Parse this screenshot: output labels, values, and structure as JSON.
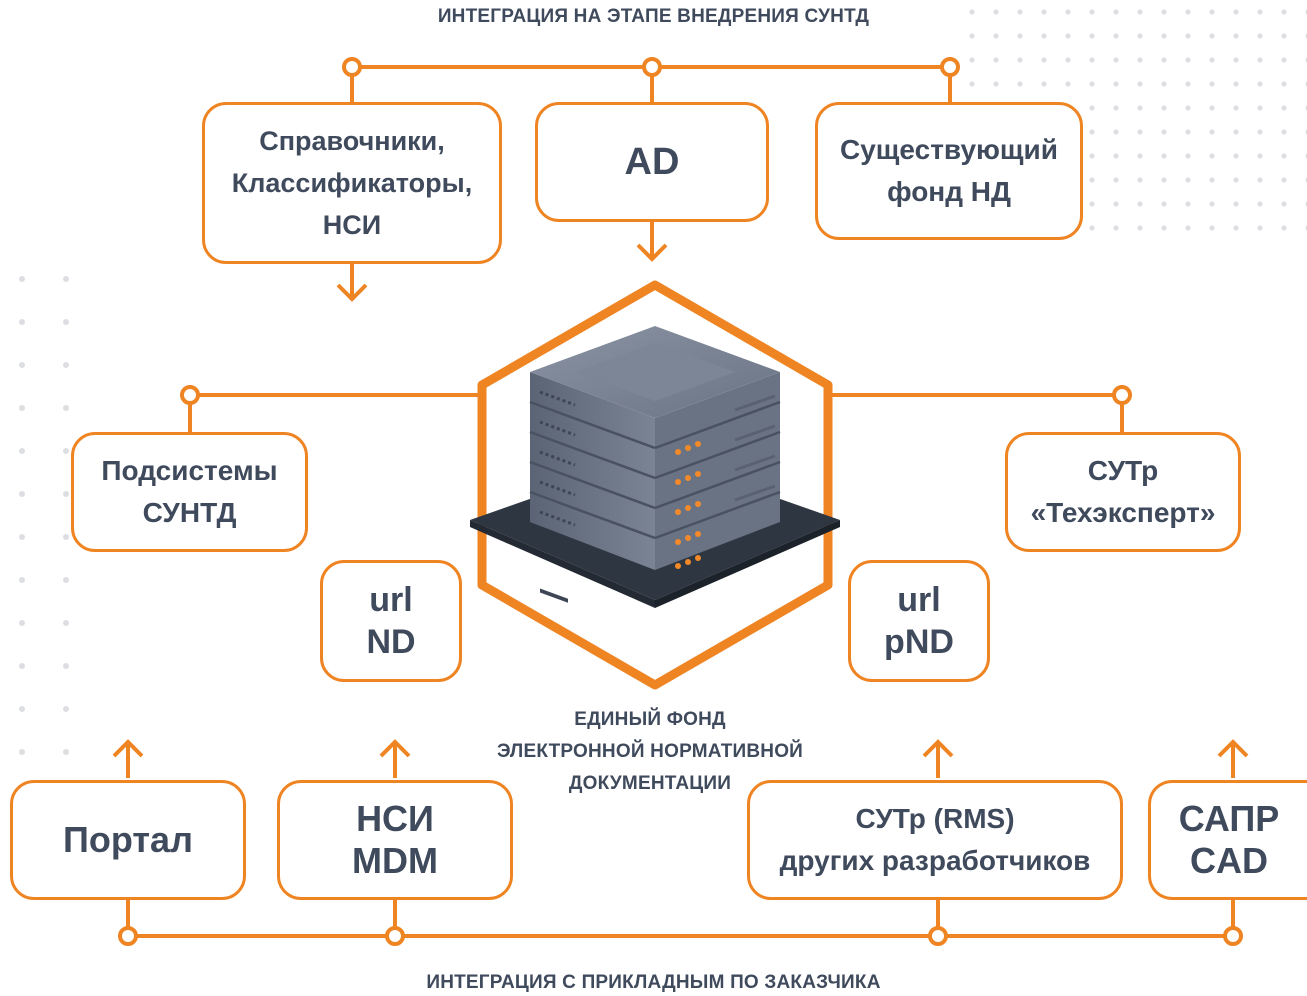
{
  "top_caption": "ИНТЕГРАЦИЯ НА ЭТАПЕ ВНЕДРЕНИЯ СУНТД",
  "bottom_caption": "ИНТЕГРАЦИЯ С ПРИКЛАДНЫМ ПО ЗАКАЗЧИКА",
  "center_caption": {
    "line1": "ЕДИНЫЙ ФОНД",
    "line2": "ЭЛЕКТРОННОЙ НОРМАТИВНОЙ",
    "line3": "ДОКУМЕНТАЦИИ"
  },
  "boxes": {
    "reference": {
      "line1": "Справочники,",
      "line2": "Классификаторы,",
      "line3": "НСИ"
    },
    "ad": {
      "line1": "AD"
    },
    "existing_fund": {
      "line1": "Существующий",
      "line2": "фонд НД"
    },
    "subsystems": {
      "line1": "Подсистемы",
      "line2": "СУНТД"
    },
    "sutr_techexpert": {
      "line1": "СУТр",
      "line2": "«Техэксперт»"
    },
    "url_nd": {
      "line1": "url",
      "line2": "ND"
    },
    "url_pnd": {
      "line1": "url",
      "line2": "pND"
    },
    "portal": {
      "line1": "Портал"
    },
    "nsi_mdm": {
      "line1": "НСИ",
      "line2": "MDM"
    },
    "sutr_rms": {
      "line1": "СУТр (RMS)",
      "line2": "других разработчиков"
    },
    "sapr_cad": {
      "line1": "САПР",
      "line2": "CAD"
    }
  },
  "colors": {
    "accent": "#ef8423",
    "text": "#3f4a5c",
    "server": "#6b7485",
    "server_dark": "#4d5566",
    "base": "#2e3642",
    "led": "#f28a2a",
    "dots": "#dcdee2"
  },
  "icons": {
    "center": "server-rack-icon"
  }
}
